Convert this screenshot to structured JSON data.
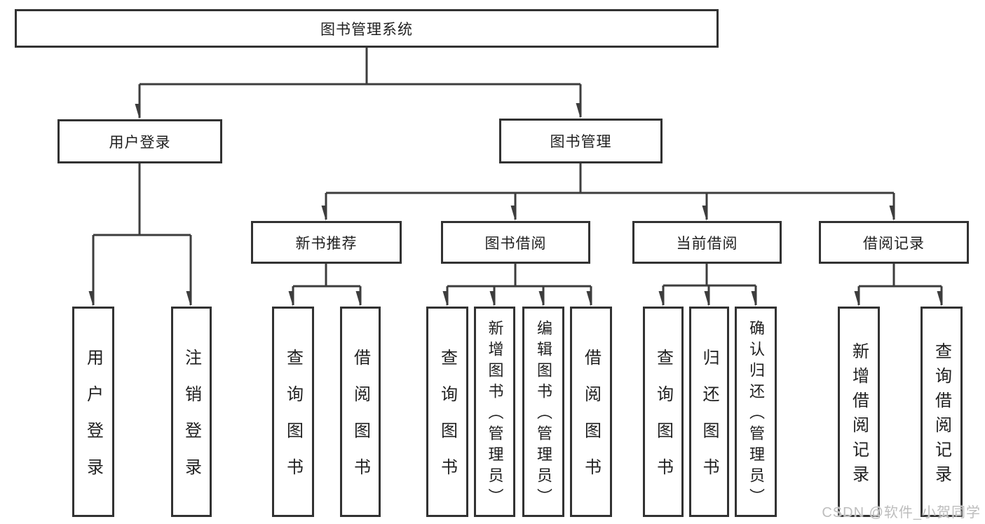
{
  "diagram_title": "图书管理系统",
  "tree": {
    "root": {
      "label": "图书管理系统"
    },
    "branches": [
      {
        "label": "用户登录",
        "children": [
          {
            "label": "用户登录"
          },
          {
            "label": "注销登录"
          }
        ]
      },
      {
        "label": "图书管理",
        "children": [
          {
            "label": "新书推荐",
            "children": [
              {
                "label": "查询图书"
              },
              {
                "label": "借阅图书"
              }
            ]
          },
          {
            "label": "图书借阅",
            "children": [
              {
                "label": "查询图书"
              },
              {
                "label": "新增图书（管理员）"
              },
              {
                "label": "编辑图书（管理员）"
              },
              {
                "label": "借阅图书"
              }
            ]
          },
          {
            "label": "当前借阅",
            "children": [
              {
                "label": "查询图书"
              },
              {
                "label": "归还图书"
              },
              {
                "label": "确认归还（管理员）"
              }
            ]
          },
          {
            "label": "借阅记录",
            "children": [
              {
                "label": "新增借阅记录"
              },
              {
                "label": "查询借阅记录"
              }
            ]
          }
        ]
      }
    ]
  },
  "watermark": "CSDN @软件_小贺同学",
  "colors": {
    "background": "#ffffff",
    "line": "#3d3d3d",
    "box_border": "#323232",
    "box_fill": "#ffffff",
    "text": "#1f1f1f",
    "watermark": "#bdbdbd"
  }
}
